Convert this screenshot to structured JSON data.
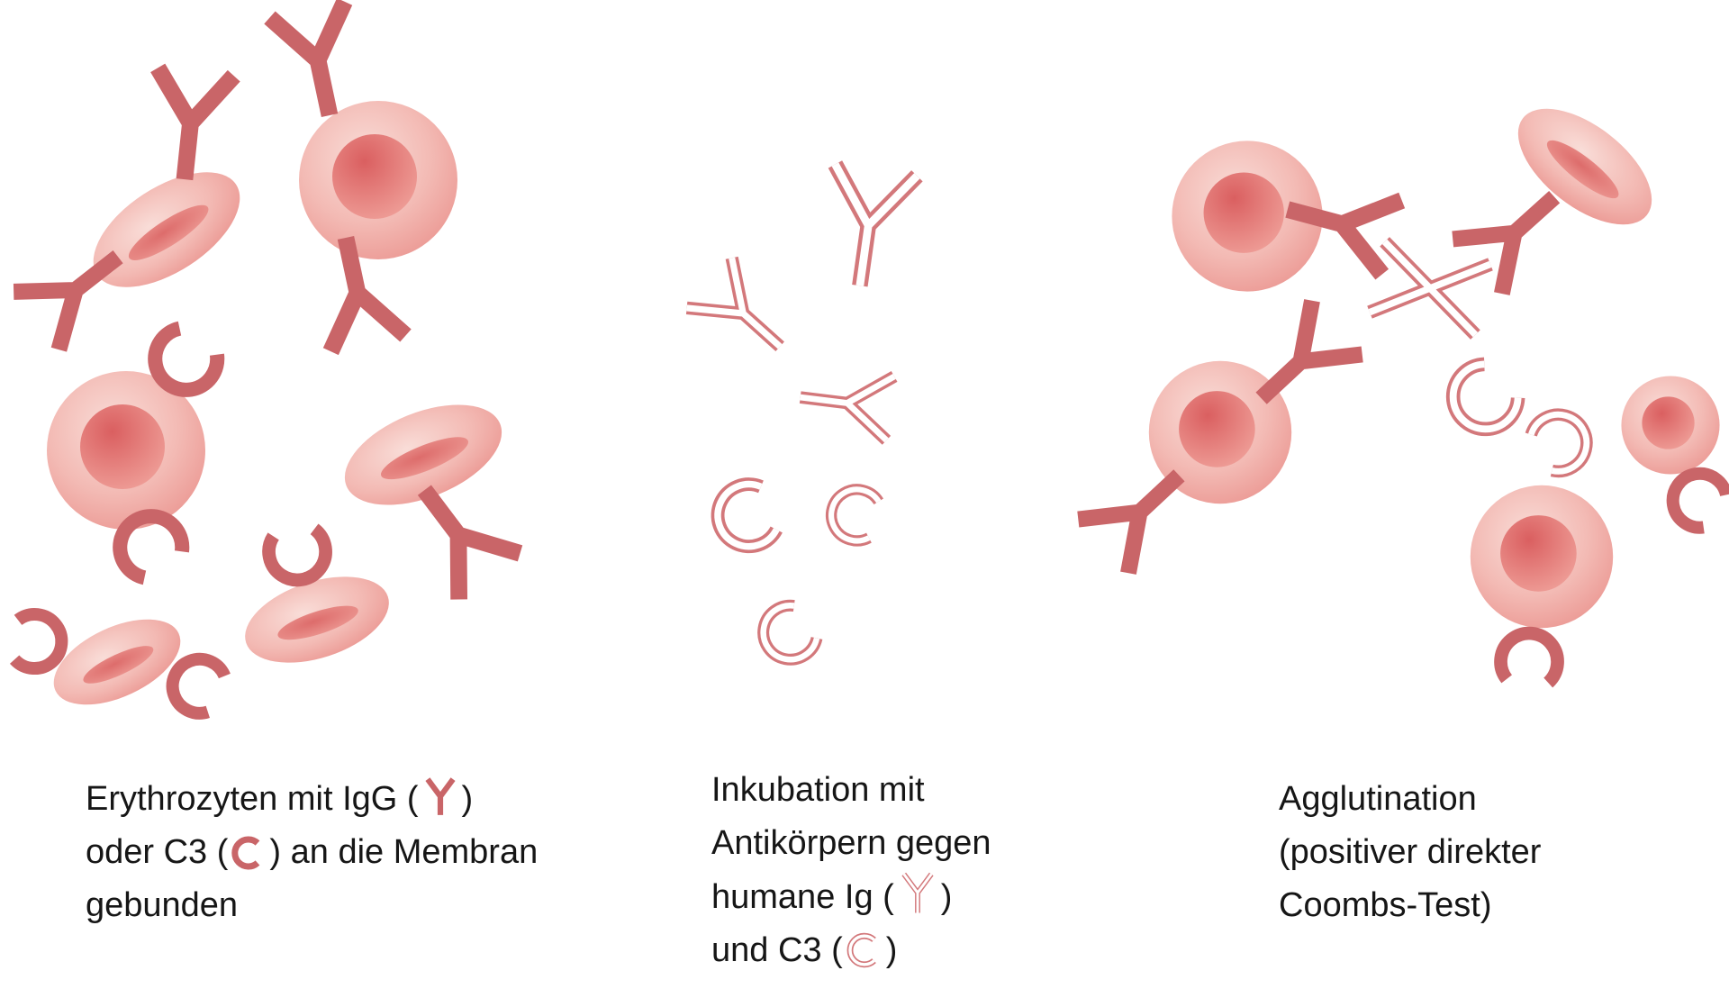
{
  "diagram": {
    "kind": "direct-coombs-test-schematic",
    "colors": {
      "background": "#ffffff",
      "antibody_solid": "#c96568",
      "antibody_outline": "#d3787b",
      "cell_rim_light": "#f7d3ce",
      "cell_rim_mid": "#eb948f",
      "cell_core_dark": "#da5f60",
      "cell_core_light": "#f0a29b",
      "text": "#161616"
    },
    "icons": {
      "erythrocyte": "erythrocyte-icon",
      "igg_bound": "igg-antibody-icon",
      "c3_bound": "c3-complement-icon",
      "anti_ig": "anti-ig-antibody-icon",
      "anti_c3": "anti-c3-antibody-icon",
      "bridge": "antibody-bridge-icon"
    }
  },
  "captions": {
    "left": {
      "line1_pre": "Erythrozyten mit IgG (",
      "line1_post": ")",
      "line2_pre": "oder C3 (",
      "line2_post": ") an die Membran",
      "line3": "gebunden"
    },
    "middle": {
      "line1": "Inkubation mit",
      "line2": "Antikörpern gegen",
      "line3_pre": "humane Ig (",
      "line3_post": ")",
      "line4_pre": "und C3 (",
      "line4_post": ")"
    },
    "right": {
      "line1": "Agglutination",
      "line2": "(positiver direkter",
      "line3": "Coombs-Test)"
    }
  }
}
